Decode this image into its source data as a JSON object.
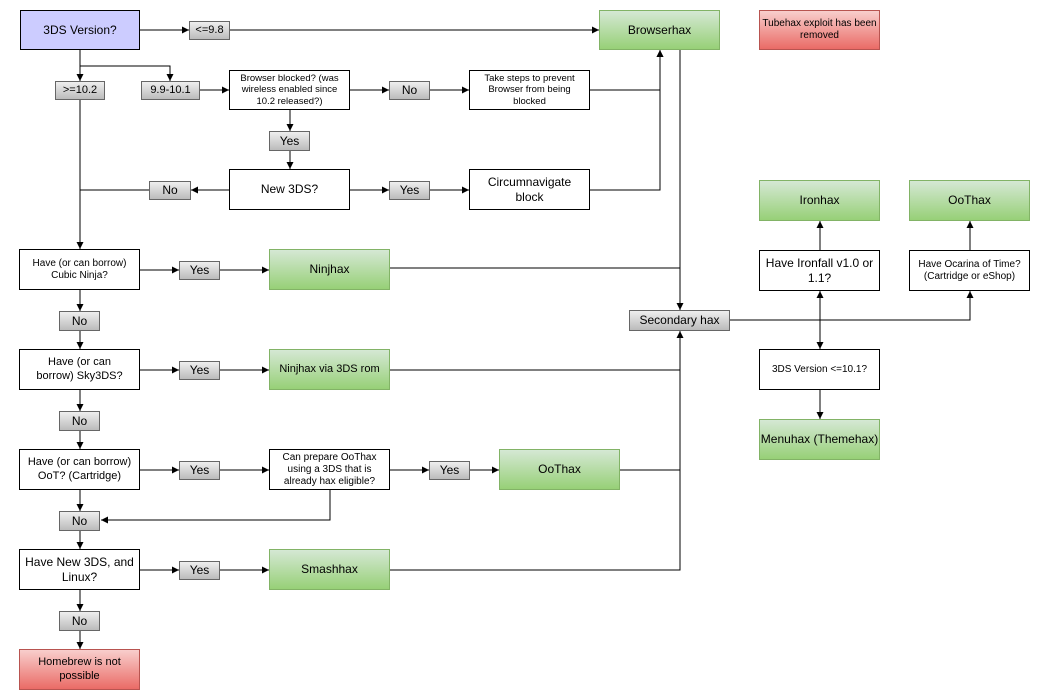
{
  "nodes": {
    "version": "3DS Version?",
    "le98": "<=9.8",
    "ge102": ">=10.2",
    "r99_101": "9.9-10.1",
    "browser_blocked": "Browser blocked? (was wireless enabled since 10.2 released?)",
    "no_browser": "No",
    "prevent_block": "Take steps to prevent Browser from being blocked",
    "browserhax": "Browserhax",
    "tubehax_removed": "Tubehax exploit has been removed",
    "yes_blocked": "Yes",
    "new3ds": "New 3DS?",
    "no_new3ds": "No",
    "yes_new3ds": "Yes",
    "circumnavigate": "Circumnavigate block",
    "cubic_ninja": "Have (or can borrow) Cubic Ninja?",
    "yes_cubic": "Yes",
    "ninjhax": "Ninjhax",
    "no_cubic": "No",
    "sky3ds": "Have (or can borrow) Sky3DS?",
    "yes_sky": "Yes",
    "ninjhax_rom": "Ninjhax via 3DS rom",
    "no_sky": "No",
    "oot_cart": "Have (or can borrow) OoT? (Cartridge)",
    "yes_oot": "Yes",
    "prepare_oothax": "Can prepare OoThax using a 3DS that is already hax eligible?",
    "yes_prepare": "Yes",
    "oothax_main": "OoThax",
    "no_oot": "No",
    "new3ds_linux": "Have New 3DS, and Linux?",
    "yes_linux": "Yes",
    "smashhax": "Smashhax",
    "no_linux": "No",
    "not_possible": "Homebrew is not possible",
    "secondary_hax": "Secondary hax",
    "ironhax": "Ironhax",
    "ironfall": "Have Ironfall v1.0 or 1.1?",
    "oothax_side": "OoThax",
    "ocarina": "Have Ocarina of Time? (Cartridge or eShop)",
    "version_101": "3DS Version <=10.1?",
    "menuhax": "Menuhax (Themehax)"
  }
}
